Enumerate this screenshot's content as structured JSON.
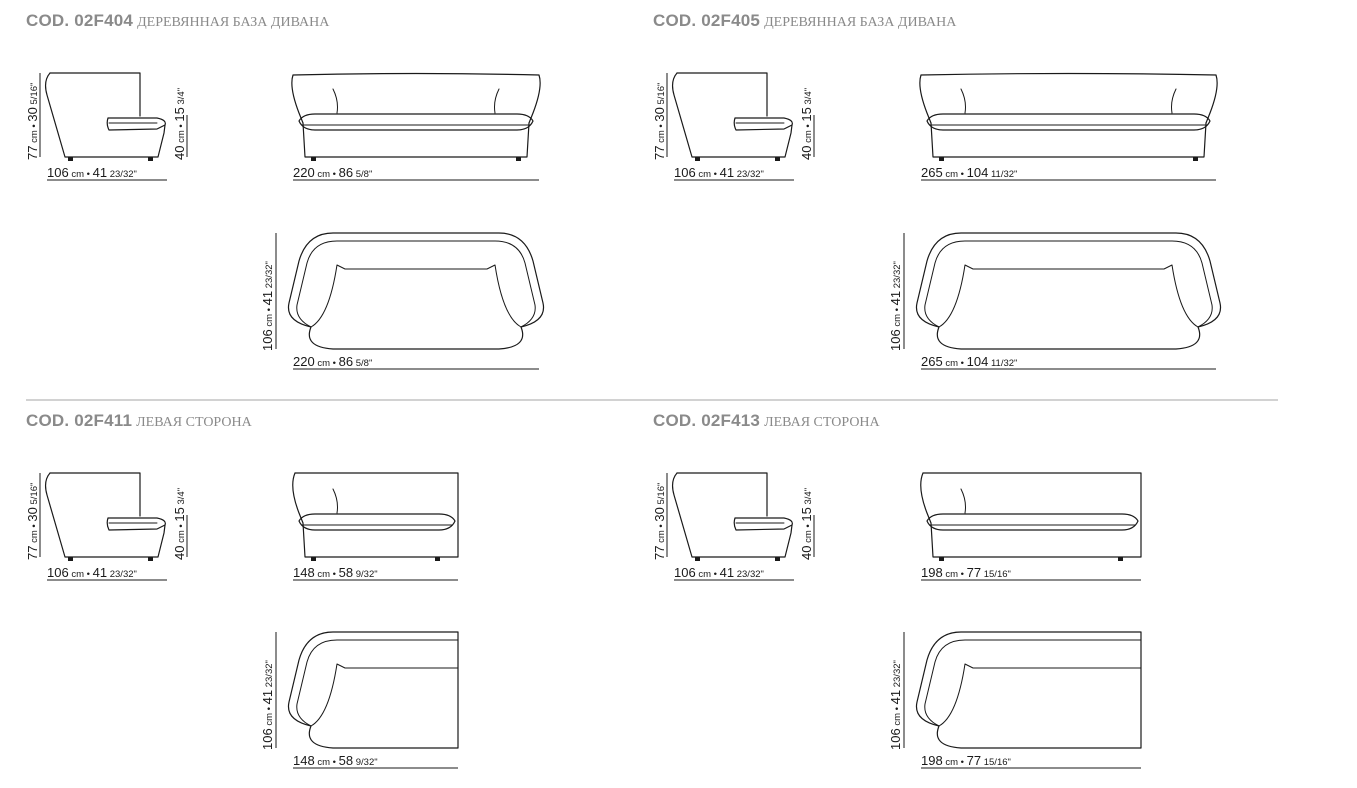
{
  "sections": [
    {
      "code": "COD. 02F404",
      "label": "ДЕРЕВЯННАЯ БАЗА ДИВАНА",
      "side": {
        "height": {
          "cm": "77",
          "in": "30",
          "frac": "5/16\""
        },
        "seat": {
          "cm": "40",
          "in": "15",
          "frac": "3/4\""
        },
        "depth": {
          "cm": "106",
          "in": "41",
          "frac": "23/32\""
        }
      },
      "front": {
        "width": {
          "cm": "220",
          "in": "86",
          "frac": "5/8\""
        }
      },
      "top": {
        "depth": {
          "cm": "106",
          "in": "41",
          "frac": "23/32\""
        },
        "width": {
          "cm": "220",
          "in": "86",
          "frac": "5/8\""
        }
      }
    },
    {
      "code": "COD. 02F405",
      "label": "ДЕРЕВЯННАЯ БАЗА ДИВАНА",
      "side": {
        "height": {
          "cm": "77",
          "in": "30",
          "frac": "5/16\""
        },
        "seat": {
          "cm": "40",
          "in": "15",
          "frac": "3/4\""
        },
        "depth": {
          "cm": "106",
          "in": "41",
          "frac": "23/32\""
        }
      },
      "front": {
        "width": {
          "cm": "265",
          "in": "104",
          "frac": "11/32\""
        }
      },
      "top": {
        "depth": {
          "cm": "106",
          "in": "41",
          "frac": "23/32\""
        },
        "width": {
          "cm": "265",
          "in": "104",
          "frac": "11/32\""
        }
      }
    },
    {
      "code": "COD. 02F411",
      "label": "ЛЕВАЯ СТОРОНА",
      "side": {
        "height": {
          "cm": "77",
          "in": "30",
          "frac": "5/16\""
        },
        "seat": {
          "cm": "40",
          "in": "15",
          "frac": "3/4\""
        },
        "depth": {
          "cm": "106",
          "in": "41",
          "frac": "23/32\""
        }
      },
      "front": {
        "width": {
          "cm": "148",
          "in": "58",
          "frac": "9/32\""
        }
      },
      "top": {
        "depth": {
          "cm": "106",
          "in": "41",
          "frac": "23/32\""
        },
        "width": {
          "cm": "148",
          "in": "58",
          "frac": "9/32\""
        }
      }
    },
    {
      "code": "COD. 02F413",
      "label": "ЛЕВАЯ СТОРОНА",
      "side": {
        "height": {
          "cm": "77",
          "in": "30",
          "frac": "5/16\""
        },
        "seat": {
          "cm": "40",
          "in": "15",
          "frac": "3/4\""
        },
        "depth": {
          "cm": "106",
          "in": "41",
          "frac": "23/32\""
        }
      },
      "front": {
        "width": {
          "cm": "198",
          "in": "77",
          "frac": "15/16\""
        }
      },
      "top": {
        "depth": {
          "cm": "106",
          "in": "41",
          "frac": "23/32\""
        },
        "width": {
          "cm": "198",
          "in": "77",
          "frac": "15/16\""
        }
      }
    }
  ],
  "unit": "cm",
  "separator": "•",
  "colors": {
    "title": "#8a8a8a",
    "line": "#1a1a1a",
    "divider": "#d2d2d2"
  }
}
